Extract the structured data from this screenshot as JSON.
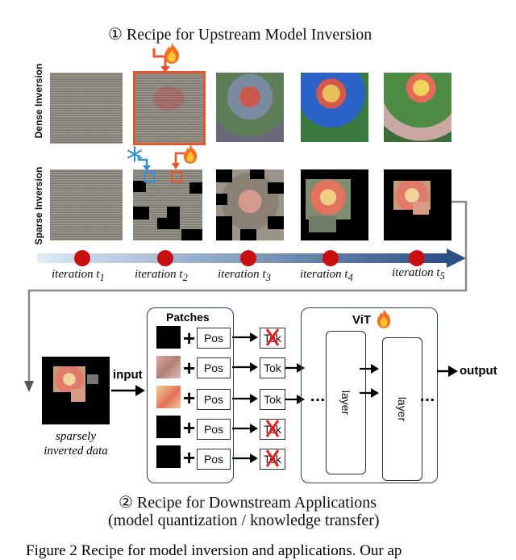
{
  "top_title": "① Recipe for Upstream Model Inversion",
  "row_labels": {
    "dense": "Dense Inversion",
    "sparse": "Sparse Inversion"
  },
  "iterations": [
    {
      "prefix": "iteration ",
      "var": "t",
      "sub": "1"
    },
    {
      "prefix": "iteration ",
      "var": "t",
      "sub": "2"
    },
    {
      "prefix": "iteration ",
      "var": "t",
      "sub": "3"
    },
    {
      "prefix": "iteration  ",
      "var": "t",
      "sub": "4"
    },
    {
      "prefix": "iteration ",
      "var": "t",
      "sub": "5"
    }
  ],
  "patches_title": "Patches",
  "pos_label": "Pos",
  "tok_label": "Tok",
  "vit_label": "ViT",
  "layer_label": "layer",
  "ellipsis": "…",
  "input_label": "input",
  "output_label": "output",
  "sparse_caption_line1": "sparsely",
  "sparse_caption_line2": "inverted data",
  "bottom_title_line1": "② Recipe for Downstream Applications",
  "bottom_title_line2": "(model quantization / knowledge transfer)",
  "figure_caption": "Figure 2 Recipe for model inversion and applications. Our ap",
  "icons": {
    "fire": "fire-icon",
    "snowflake": "snowflake-icon",
    "cross": "cross-icon"
  },
  "colors": {
    "highlight": "#e8552a",
    "freeze": "#2f8fd8",
    "timeline": "#2d4f86",
    "dot": "#c80f0f",
    "cross": "#e02020"
  }
}
